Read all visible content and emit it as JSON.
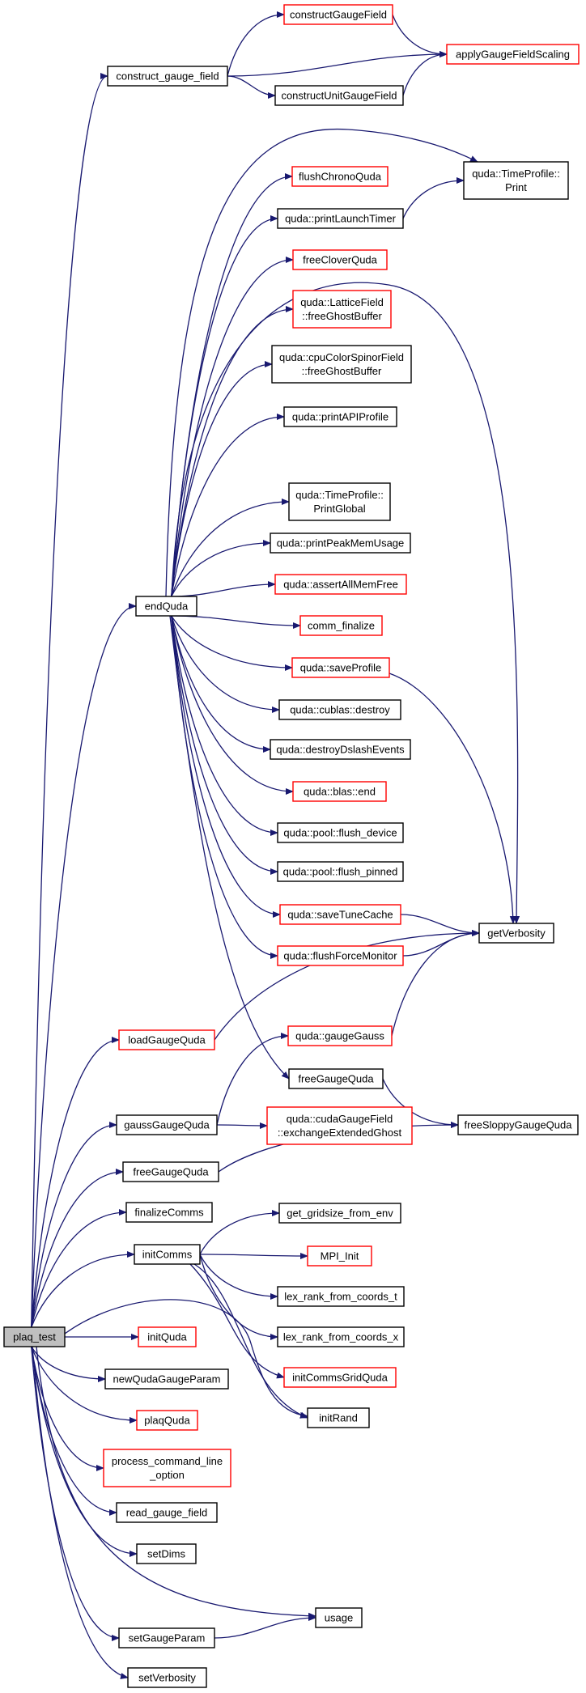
{
  "diagram": {
    "colors": {
      "edge": "#191970",
      "normal_border": "#000000",
      "incomplete_border": "#ff0000",
      "root_fill": "#bfbfbf"
    },
    "nodes": [
      {
        "id": "plaq_test",
        "lines": [
          "plaq_test"
        ],
        "border": "black",
        "root": true
      },
      {
        "id": "construct_gauge_field",
        "lines": [
          "construct_gauge_field"
        ],
        "border": "black"
      },
      {
        "id": "constructGaugeField",
        "lines": [
          "constructGaugeField"
        ],
        "border": "red"
      },
      {
        "id": "applyGaugeFieldScaling",
        "lines": [
          "applyGaugeFieldScaling"
        ],
        "border": "red"
      },
      {
        "id": "constructUnitGaugeField",
        "lines": [
          "constructUnitGaugeField"
        ],
        "border": "black"
      },
      {
        "id": "TimeProfile_Print",
        "lines": [
          "quda::TimeProfile::",
          "Print"
        ],
        "border": "black"
      },
      {
        "id": "flushChronoQuda",
        "lines": [
          "flushChronoQuda"
        ],
        "border": "red"
      },
      {
        "id": "printLaunchTimer",
        "lines": [
          "quda::printLaunchTimer"
        ],
        "border": "black"
      },
      {
        "id": "freeCloverQuda",
        "lines": [
          "freeCloverQuda"
        ],
        "border": "red"
      },
      {
        "id": "LatticeField_freeGhostBuffer",
        "lines": [
          "quda::LatticeField",
          "::freeGhostBuffer"
        ],
        "border": "red"
      },
      {
        "id": "cpuColorSpinorField_freeGhostBuffer",
        "lines": [
          "quda::cpuColorSpinorField",
          "::freeGhostBuffer"
        ],
        "border": "black"
      },
      {
        "id": "printAPIProfile",
        "lines": [
          "quda::printAPIProfile"
        ],
        "border": "black"
      },
      {
        "id": "TimeProfile_PrintGlobal",
        "lines": [
          "quda::TimeProfile::",
          "PrintGlobal"
        ],
        "border": "black"
      },
      {
        "id": "printPeakMemUsage",
        "lines": [
          "quda::printPeakMemUsage"
        ],
        "border": "black"
      },
      {
        "id": "endQuda",
        "lines": [
          "endQuda"
        ],
        "border": "black"
      },
      {
        "id": "assertAllMemFree",
        "lines": [
          "quda::assertAllMemFree"
        ],
        "border": "red"
      },
      {
        "id": "comm_finalize",
        "lines": [
          "comm_finalize"
        ],
        "border": "red"
      },
      {
        "id": "saveProfile",
        "lines": [
          "quda::saveProfile"
        ],
        "border": "red"
      },
      {
        "id": "cublas_destroy",
        "lines": [
          "quda::cublas::destroy"
        ],
        "border": "black"
      },
      {
        "id": "destroyDslashEvents",
        "lines": [
          "quda::destroyDslashEvents"
        ],
        "border": "black"
      },
      {
        "id": "blas_end",
        "lines": [
          "quda::blas::end"
        ],
        "border": "red"
      },
      {
        "id": "pool_flush_device",
        "lines": [
          "quda::pool::flush_device"
        ],
        "border": "black"
      },
      {
        "id": "pool_flush_pinned",
        "lines": [
          "quda::pool::flush_pinned"
        ],
        "border": "black"
      },
      {
        "id": "saveTuneCache",
        "lines": [
          "quda::saveTuneCache"
        ],
        "border": "red"
      },
      {
        "id": "getVerbosity",
        "lines": [
          "getVerbosity"
        ],
        "border": "black"
      },
      {
        "id": "flushForceMonitor",
        "lines": [
          "quda::flushForceMonitor"
        ],
        "border": "red"
      },
      {
        "id": "loadGaugeQuda",
        "lines": [
          "loadGaugeQuda"
        ],
        "border": "red"
      },
      {
        "id": "gaugeGauss",
        "lines": [
          "quda::gaugeGauss"
        ],
        "border": "red"
      },
      {
        "id": "freeGaugeQuda_inner",
        "lines": [
          "freeGaugeQuda"
        ],
        "border": "black"
      },
      {
        "id": "gaussGaugeQuda",
        "lines": [
          "gaussGaugeQuda"
        ],
        "border": "black"
      },
      {
        "id": "exchangeExtendedGhost",
        "lines": [
          "quda::cudaGaugeField",
          "::exchangeExtendedGhost"
        ],
        "border": "red"
      },
      {
        "id": "freeSloppyGaugeQuda",
        "lines": [
          "freeSloppyGaugeQuda"
        ],
        "border": "black"
      },
      {
        "id": "freeGaugeQuda",
        "lines": [
          "freeGaugeQuda"
        ],
        "border": "black"
      },
      {
        "id": "finalizeComms",
        "lines": [
          "finalizeComms"
        ],
        "border": "black"
      },
      {
        "id": "get_gridsize_from_env",
        "lines": [
          "get_gridsize_from_env"
        ],
        "border": "black"
      },
      {
        "id": "initComms",
        "lines": [
          "initComms"
        ],
        "border": "black"
      },
      {
        "id": "MPI_Init",
        "lines": [
          "MPI_Init"
        ],
        "border": "red"
      },
      {
        "id": "lex_rank_from_coords_t",
        "lines": [
          "lex_rank_from_coords_t"
        ],
        "border": "black"
      },
      {
        "id": "lex_rank_from_coords_x",
        "lines": [
          "lex_rank_from_coords_x"
        ],
        "border": "black"
      },
      {
        "id": "initQuda",
        "lines": [
          "initQuda"
        ],
        "border": "red"
      },
      {
        "id": "initCommsGridQuda",
        "lines": [
          "initCommsGridQuda"
        ],
        "border": "red"
      },
      {
        "id": "newQudaGaugeParam",
        "lines": [
          "newQudaGaugeParam"
        ],
        "border": "black"
      },
      {
        "id": "initRand",
        "lines": [
          "initRand"
        ],
        "border": "black"
      },
      {
        "id": "plaqQuda",
        "lines": [
          "plaqQuda"
        ],
        "border": "red"
      },
      {
        "id": "process_command_line_option",
        "lines": [
          "process_command_line",
          "_option"
        ],
        "border": "red"
      },
      {
        "id": "read_gauge_field",
        "lines": [
          "read_gauge_field"
        ],
        "border": "black"
      },
      {
        "id": "setDims",
        "lines": [
          "setDims"
        ],
        "border": "black"
      },
      {
        "id": "usage",
        "lines": [
          "usage"
        ],
        "border": "black"
      },
      {
        "id": "setGaugeParam",
        "lines": [
          "setGaugeParam"
        ],
        "border": "black"
      },
      {
        "id": "setVerbosity",
        "lines": [
          "setVerbosity"
        ],
        "border": "black"
      }
    ],
    "edges": [
      [
        "plaq_test",
        "construct_gauge_field"
      ],
      [
        "construct_gauge_field",
        "constructGaugeField"
      ],
      [
        "construct_gauge_field",
        "applyGaugeFieldScaling"
      ],
      [
        "construct_gauge_field",
        "constructUnitGaugeField"
      ],
      [
        "constructGaugeField",
        "applyGaugeFieldScaling"
      ],
      [
        "constructUnitGaugeField",
        "applyGaugeFieldScaling"
      ],
      [
        "plaq_test",
        "endQuda"
      ],
      [
        "endQuda",
        "TimeProfile_Print"
      ],
      [
        "endQuda",
        "flushChronoQuda"
      ],
      [
        "endQuda",
        "printLaunchTimer"
      ],
      [
        "printLaunchTimer",
        "TimeProfile_Print"
      ],
      [
        "endQuda",
        "freeCloverQuda"
      ],
      [
        "endQuda",
        "LatticeField_freeGhostBuffer"
      ],
      [
        "endQuda",
        "cpuColorSpinorField_freeGhostBuffer"
      ],
      [
        "endQuda",
        "getVerbosity"
      ],
      [
        "endQuda",
        "printAPIProfile"
      ],
      [
        "endQuda",
        "TimeProfile_PrintGlobal"
      ],
      [
        "endQuda",
        "printPeakMemUsage"
      ],
      [
        "endQuda",
        "assertAllMemFree"
      ],
      [
        "endQuda",
        "comm_finalize"
      ],
      [
        "endQuda",
        "saveProfile"
      ],
      [
        "saveProfile",
        "getVerbosity"
      ],
      [
        "endQuda",
        "cublas_destroy"
      ],
      [
        "endQuda",
        "destroyDslashEvents"
      ],
      [
        "endQuda",
        "blas_end"
      ],
      [
        "endQuda",
        "pool_flush_device"
      ],
      [
        "endQuda",
        "pool_flush_pinned"
      ],
      [
        "endQuda",
        "saveTuneCache"
      ],
      [
        "saveTuneCache",
        "getVerbosity"
      ],
      [
        "endQuda",
        "flushForceMonitor"
      ],
      [
        "flushForceMonitor",
        "getVerbosity"
      ],
      [
        "endQuda",
        "freeGaugeQuda_inner"
      ],
      [
        "plaq_test",
        "loadGaugeQuda"
      ],
      [
        "loadGaugeQuda",
        "getVerbosity"
      ],
      [
        "plaq_test",
        "gaussGaugeQuda"
      ],
      [
        "gaussGaugeQuda",
        "gaugeGauss"
      ],
      [
        "gaugeGauss",
        "getVerbosity"
      ],
      [
        "gaussGaugeQuda",
        "exchangeExtendedGhost"
      ],
      [
        "freeGaugeQuda_inner",
        "freeSloppyGaugeQuda"
      ],
      [
        "plaq_test",
        "freeGaugeQuda"
      ],
      [
        "freeGaugeQuda",
        "freeSloppyGaugeQuda"
      ],
      [
        "plaq_test",
        "finalizeComms"
      ],
      [
        "plaq_test",
        "initComms"
      ],
      [
        "initComms",
        "get_gridsize_from_env"
      ],
      [
        "initComms",
        "MPI_Init"
      ],
      [
        "initComms",
        "lex_rank_from_coords_t"
      ],
      [
        "initComms",
        "lex_rank_from_coords_x"
      ],
      [
        "initComms",
        "initCommsGridQuda"
      ],
      [
        "initComms",
        "initRand"
      ],
      [
        "plaq_test",
        "initQuda"
      ],
      [
        "plaq_test",
        "initRand"
      ],
      [
        "plaq_test",
        "newQudaGaugeParam"
      ],
      [
        "plaq_test",
        "plaqQuda"
      ],
      [
        "plaq_test",
        "process_command_line_option"
      ],
      [
        "plaq_test",
        "read_gauge_field"
      ],
      [
        "plaq_test",
        "setDims"
      ],
      [
        "plaq_test",
        "usage"
      ],
      [
        "plaq_test",
        "setGaugeParam"
      ],
      [
        "setGaugeParam",
        "usage"
      ],
      [
        "plaq_test",
        "setVerbosity"
      ]
    ]
  }
}
